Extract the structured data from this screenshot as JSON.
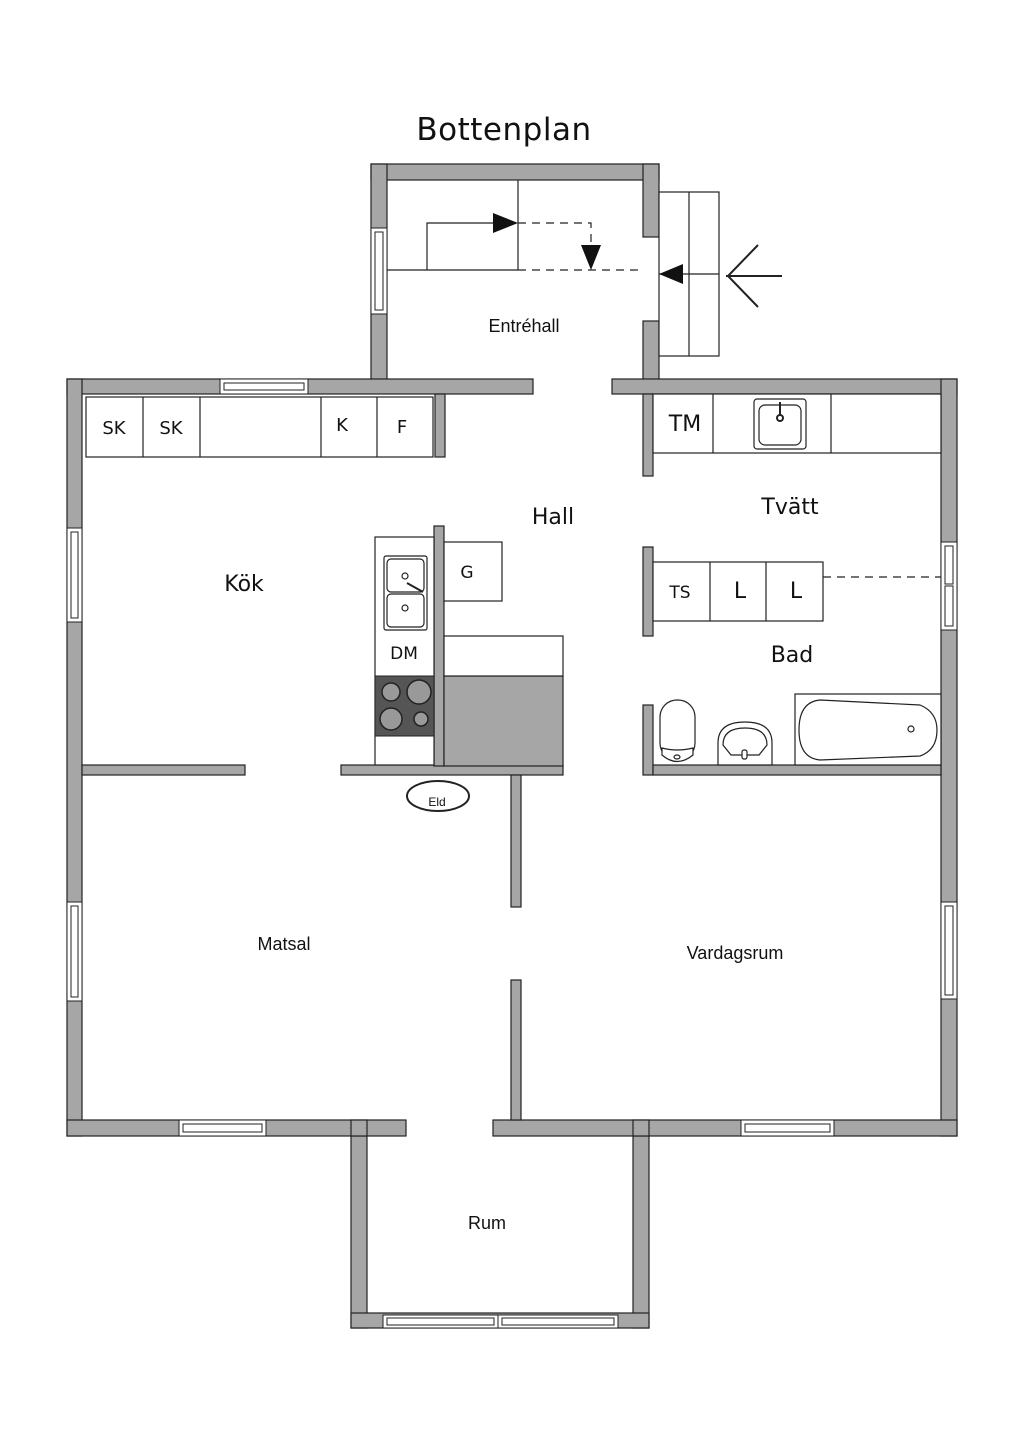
{
  "title": "Bottenplan",
  "rooms": {
    "entrehall": "Entréhall",
    "hall": "Hall",
    "kok": "Kök",
    "tvatt": "Tvätt",
    "bad": "Bad",
    "matsal": "Matsal",
    "vardagsrum": "Vardagsrum",
    "rum": "Rum"
  },
  "fixtures": {
    "kitchen_cabinets": [
      "SK",
      "SK",
      "",
      "K",
      "F"
    ],
    "dishwasher": "DM",
    "g": "G",
    "fireplace": "Eld",
    "laundry_counter": "TM",
    "bath_units": [
      "TS",
      "L",
      "L"
    ]
  },
  "colors": {
    "wall": "#a6a6a6",
    "stove": "#555555",
    "outline": "#222222"
  }
}
